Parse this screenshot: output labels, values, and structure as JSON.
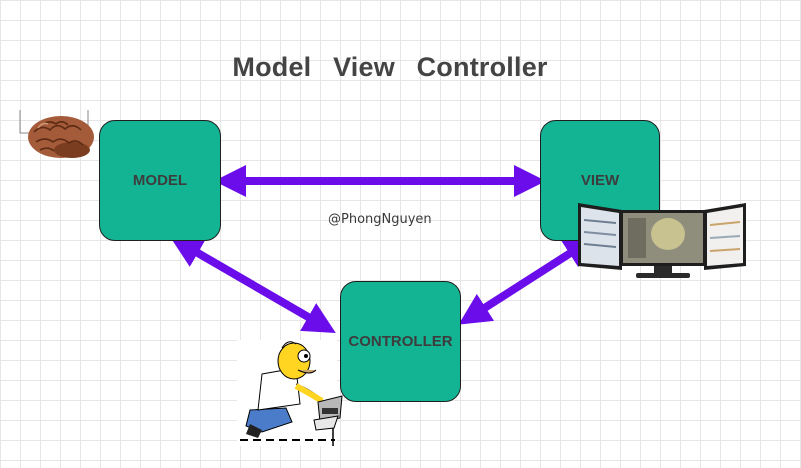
{
  "title": "Model   View   Controller",
  "nodes": {
    "model": "MODEL",
    "view": "VIEW",
    "controller": "CONTROLLER"
  },
  "credit": "@PhongNguyen",
  "colors": {
    "node_fill": "#12b493",
    "arrow": "#6a0dea",
    "title_text": "#444444",
    "grid": "#e6e6e6"
  },
  "icons": {
    "model": "brain-icon",
    "view": "monitor-screens-icon",
    "controller": "homer-at-keyboard-icon"
  }
}
